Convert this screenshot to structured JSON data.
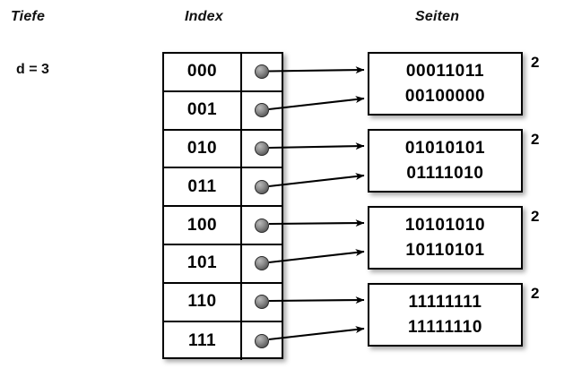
{
  "headers": {
    "depth": "Tiefe",
    "index": "Index",
    "pages": "Seiten"
  },
  "depth": {
    "label": "d = 3"
  },
  "index_table": {
    "rows": [
      {
        "key": "000",
        "pointer_icon": "pointer-dot-icon",
        "target_page": 0
      },
      {
        "key": "001",
        "pointer_icon": "pointer-dot-icon",
        "target_page": 0
      },
      {
        "key": "010",
        "pointer_icon": "pointer-dot-icon",
        "target_page": 1
      },
      {
        "key": "011",
        "pointer_icon": "pointer-dot-icon",
        "target_page": 1
      },
      {
        "key": "100",
        "pointer_icon": "pointer-dot-icon",
        "target_page": 2
      },
      {
        "key": "101",
        "pointer_icon": "pointer-dot-icon",
        "target_page": 2
      },
      {
        "key": "110",
        "pointer_icon": "pointer-dot-icon",
        "target_page": 3
      },
      {
        "key": "111",
        "pointer_icon": "pointer-dot-icon",
        "target_page": 3
      }
    ]
  },
  "pages": [
    {
      "line1": "00011011",
      "line2": "00100000",
      "local_depth": "2"
    },
    {
      "line1": "01010101",
      "line2": "01111010",
      "local_depth": "2"
    },
    {
      "line1": "10101010",
      "line2": "10110101",
      "local_depth": "2"
    },
    {
      "line1": "11111111",
      "line2": "11111110",
      "local_depth": "2"
    }
  ],
  "colors": {
    "background": "#ffffff",
    "stroke": "#000000",
    "pointer_dot": "#808080",
    "shadow": "rgba(0,0,0,0.35)"
  }
}
